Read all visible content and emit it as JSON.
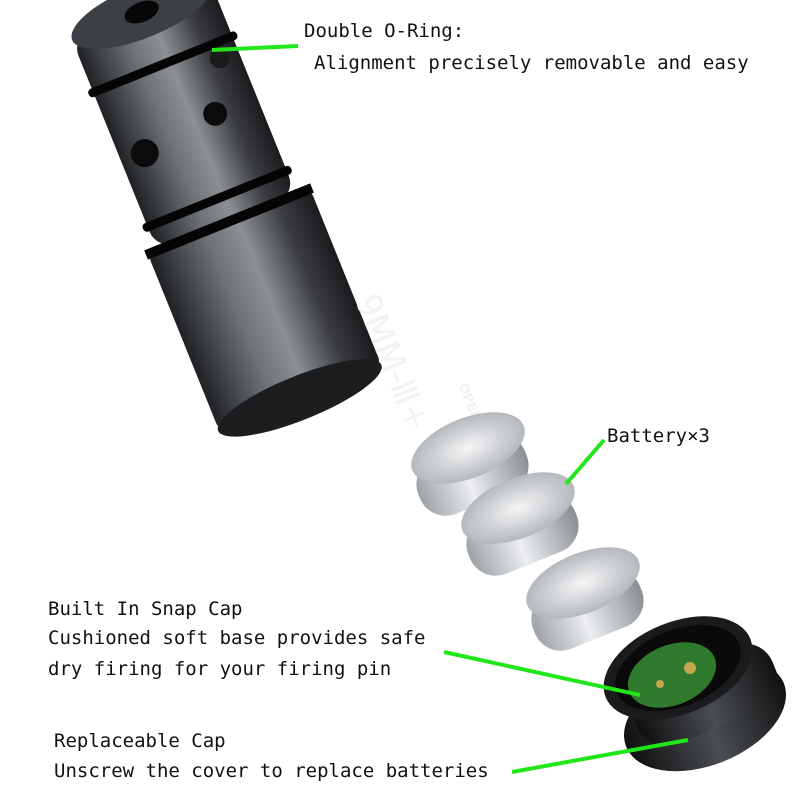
{
  "callouts": {
    "oring_title": "Double O-Ring:",
    "oring_desc": "Alignment precisely removable and easy",
    "battery": "Battery×3",
    "snap_title": "Built In Snap Cap",
    "snap_line1": "Cushioned soft base provides safe",
    "snap_line2": "dry firing for your firing pin",
    "cap_title": "Replaceable Cap",
    "cap_desc": "Unscrew the cover to replace batteries"
  },
  "product": {
    "engraving": "9MM-Ⅲ+",
    "open_label": "OPEN"
  },
  "colors": {
    "leader_line": "#22e61a",
    "body_dark": "#2a2c2f",
    "body_light": "#7d8186",
    "battery_silver": "#c9ccd0",
    "pcb_green": "#2f7a2c"
  }
}
